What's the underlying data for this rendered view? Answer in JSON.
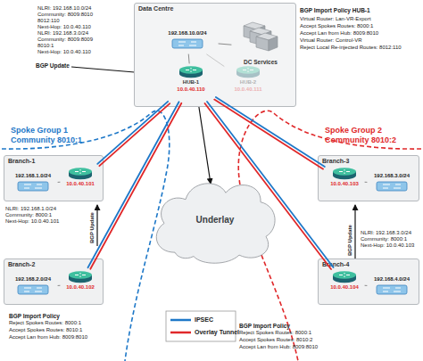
{
  "diagram": {
    "nodes": [
      {
        "text": [
          "Data Centre"
        ]
      },
      {
        "text": [
          "192.168.10.0/24"
        ],
        "in": 0
      },
      {
        "text": [
          "DC Services"
        ],
        "in": 0
      },
      {
        "text": [
          "HUB-1",
          "10.0.40.110"
        ],
        "in": 0
      },
      {
        "text": [
          "HUB-2",
          "10.0.40.111"
        ],
        "in": 0
      },
      {
        "text": [
          "Branch-1"
        ]
      },
      {
        "text": [
          "192.168.1.0/24"
        ],
        "in": 5
      },
      {
        "text": [
          "10.0.40.101"
        ],
        "in": 5
      },
      {
        "text": [
          "Branch-3"
        ]
      },
      {
        "text": [
          "192.168.3.0/24"
        ],
        "in": 8
      },
      {
        "text": [
          "10.0.40.103"
        ],
        "in": 8
      },
      {
        "text": [
          "Underlay"
        ]
      },
      {
        "text": [
          "Branch-2"
        ]
      },
      {
        "text": [
          "192.168.2.0/24"
        ],
        "in": 12
      },
      {
        "text": [
          "10.0.40.102"
        ],
        "in": 12
      },
      {
        "text": [
          "Branch-4"
        ]
      },
      {
        "text": [
          "192.168.4.0/24"
        ],
        "in": 15
      },
      {
        "text": [
          "10.0.40.104"
        ],
        "in": 15
      }
    ],
    "edges": [
      {
        "from": 3,
        "to": 7,
        "arrow": "none"
      },
      {
        "from": 3,
        "to": 10,
        "arrow": "none"
      },
      {
        "from": 3,
        "to": 14,
        "arrow": "none"
      },
      {
        "from": 3,
        "to": 17,
        "arrow": "none"
      },
      {
        "from": 1,
        "to": 2,
        "arrow": "none"
      },
      {
        "from": 1,
        "to": 3,
        "arrow": "none"
      },
      {
        "from": 1,
        "to": 4,
        "arrow": "none"
      },
      {
        "from": 6,
        "to": 7,
        "arrow": "none"
      },
      {
        "from": 9,
        "to": 10,
        "arrow": "none"
      },
      {
        "from": 13,
        "to": 14,
        "arrow": "none"
      },
      {
        "from": 16,
        "to": 17,
        "arrow": "none"
      }
    ],
    "labels": [
      "NLRI: 192.168.10.0/24",
      "Community: 8009:8010",
      "8012:110",
      "Next-Hop: 10.0.40.110",
      "NLRI: 192.168.3.0/24",
      "Community: 8009:8009",
      "8010:1",
      "Next-Hop: 10.0.40.110",
      "BGP Update",
      "BGP Import Policy HUB-1",
      "Virtual Router: Lan-VR-Export",
      "Accept Spokes Routes: 8000:1",
      "Accept Lan from Hub: 8009:8010",
      "Virtual Router: Control-VR",
      "Reject Local Re-injected Routes: 8012:110",
      "Spoke Group 1",
      "Community 8010:1",
      "Spoke Group 2",
      "Community 8010:2",
      "NLRI: 192.168.1.0/24",
      "Community: 8000:1",
      "Next-Hop: 10.0.40.101",
      "BGP Update",
      "NLRI: 192.168.3.0/24",
      "Community: 8000:1",
      "Next-Hop: 10.0.40.103",
      "BGP Update",
      "BGP Import Policy",
      "Reject Spokes Routes: 8000:1",
      "Accept Spokes Routes: 8010:1",
      "Accept Lan from Hub: 8009:8010",
      "BGP Import Policy",
      "Reject Spokes Routes: 8000:1",
      "Accept Spokes Routes: 8010:2",
      "Accept Lan from Hub: 8009:8010"
    ],
    "legend": [
      {
        "text": "IPSEC"
      },
      {
        "text": "Overlay Tunnel"
      }
    ]
  }
}
